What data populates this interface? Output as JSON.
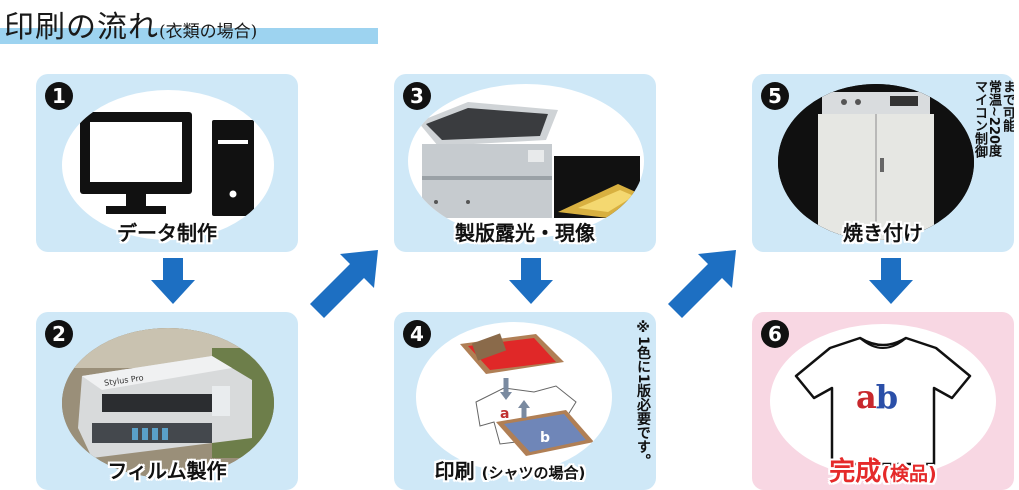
{
  "title": {
    "main": "印刷の流れ",
    "sub": "(衣類の場合)"
  },
  "steps": [
    {
      "num": "1",
      "label": "データ制作"
    },
    {
      "num": "2",
      "label": "フィルム製作"
    },
    {
      "num": "3",
      "label": "製版露光・現像"
    },
    {
      "num": "4",
      "label": "印刷",
      "label_sub": "(シャツの場合)",
      "note": "※1色に1版必要です。"
    },
    {
      "num": "5",
      "label": "焼き付け",
      "note_col1": "マイコン制御",
      "note_col2": "常温~220度",
      "note_col3": "まで可能"
    },
    {
      "num": "6",
      "label": "完成",
      "label_sub": "(検品)",
      "shirt_text": "ab"
    }
  ],
  "printer_text": "Stylus Pro",
  "colors": {
    "card_blue": "#cfe8f7",
    "card_pink": "#f8d7e3",
    "arrow_blue": "#1d6fc2",
    "title_bar": "#9dd3f0",
    "complete_red": "#e52a2a"
  }
}
